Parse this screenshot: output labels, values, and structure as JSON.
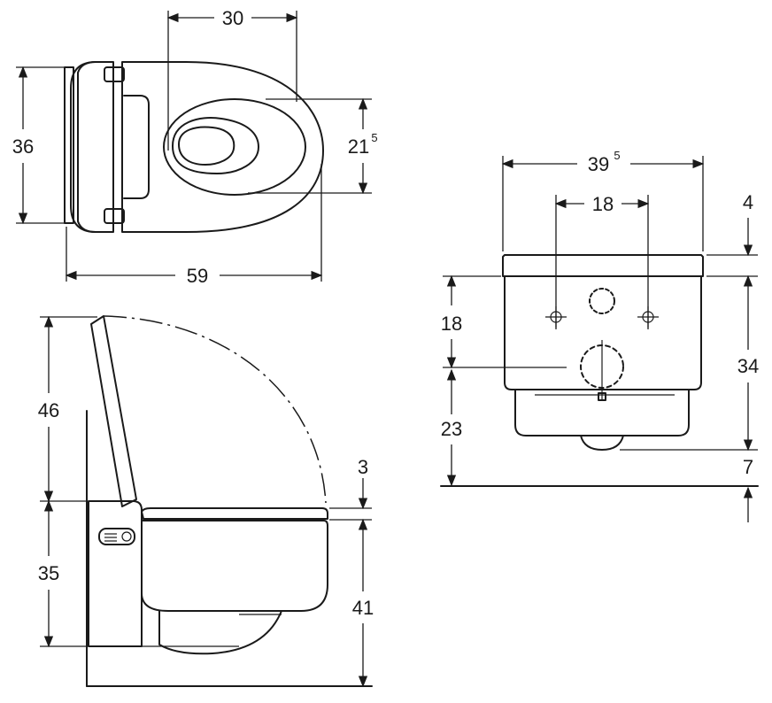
{
  "dimensions": {
    "top_width": "30",
    "top_depth": "36",
    "top_bowl_main": "21",
    "top_bowl_sup": "5",
    "top_length": "59",
    "front_width_main": "39",
    "front_width_sup": "5",
    "front_fixing_spacing": "18",
    "front_lid_height": "4",
    "front_fixing_height": "18",
    "front_body_height": "34",
    "front_drain_height": "23",
    "front_bottom_gap": "7",
    "side_lid_open": "46",
    "side_seat_thickness": "3",
    "side_body_height": "35",
    "side_seat_height": "41"
  }
}
